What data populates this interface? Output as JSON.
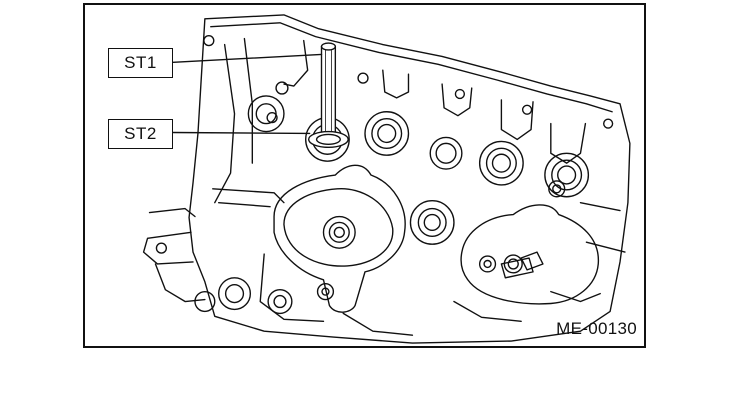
{
  "figure": {
    "callouts": [
      {
        "id": "st1",
        "label": "ST1"
      },
      {
        "id": "st2",
        "label": "ST2"
      }
    ],
    "figure_code": "ME-00130"
  }
}
